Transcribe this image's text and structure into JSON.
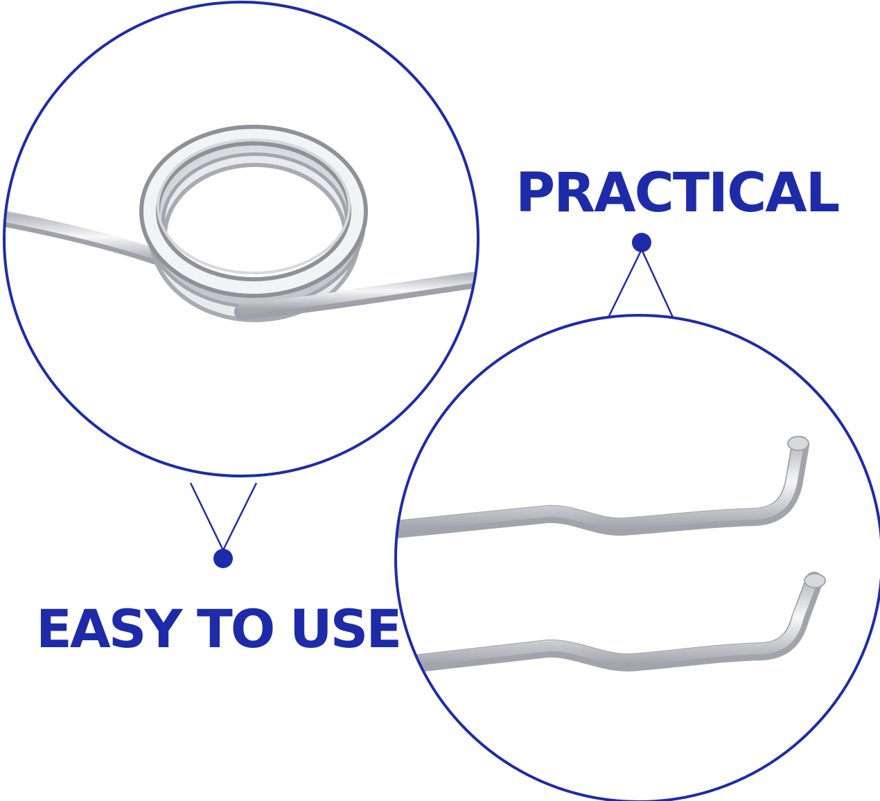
{
  "captions": {
    "practical": "PRACTICAL",
    "easy_to_use": "EASY TO USE"
  },
  "colors": {
    "accent": "#1e2ba8",
    "background": "#ffffff",
    "metal_light": "#f4f4f6",
    "metal_mid": "#c9cbd0",
    "metal_dark": "#9a9ca3"
  },
  "illustrations": {
    "top_left_circle": "torsion-spring-coil-closeup",
    "bottom_right_circle": "bent-wire-hook-ends-closeup"
  }
}
